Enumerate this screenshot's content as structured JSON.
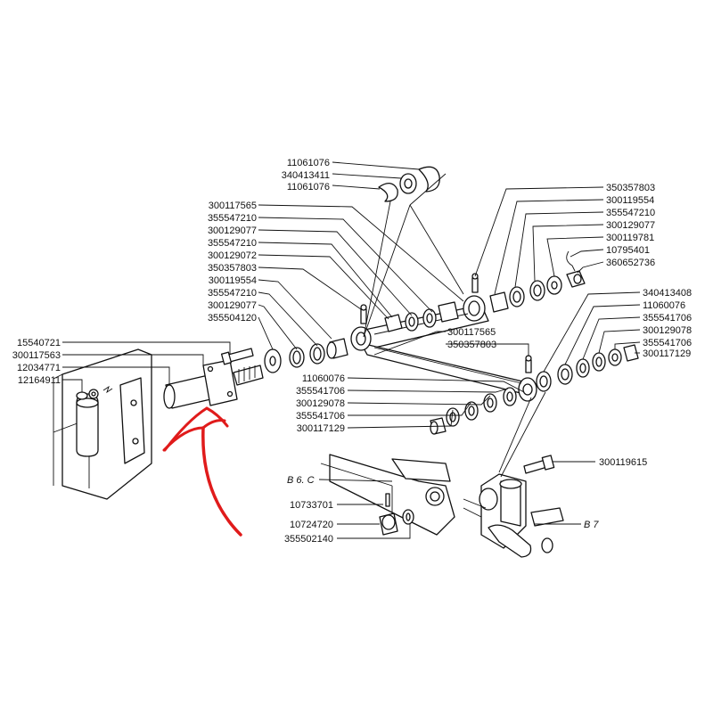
{
  "colors": {
    "ink": "#111111",
    "arrow": "#e01b1b",
    "background": "#ffffff"
  },
  "labels": {
    "top_ring_a": "11061076",
    "top_spacer": "340413411",
    "top_ring_b": "11061076",
    "left_col": [
      "300117565",
      "355547210",
      "300129077",
      "355547210",
      "300129072",
      "350357803",
      "300119554",
      "355547210",
      "300129077",
      "355504120"
    ],
    "right_top_col": [
      "350357803",
      "300119554",
      "355547210",
      "300129077",
      "300119781",
      "10795401",
      "360652736"
    ],
    "right_mid_col": [
      "340413408",
      "11060076",
      "355541706",
      "300129078",
      "355541706",
      "300117129"
    ],
    "center_pair": [
      "300117565",
      "350357803"
    ],
    "lower_col": [
      "11060076",
      "355541706",
      "300129078",
      "355541706",
      "300117129"
    ],
    "far_left_col": [
      "15540721",
      "300117563",
      "12034771",
      "12164911"
    ],
    "bolt_right": "300119615",
    "bottom_col": [
      "10733701",
      "10724720",
      "355502140"
    ],
    "section_b6c": "B 6. C",
    "section_b7": "B 7"
  }
}
